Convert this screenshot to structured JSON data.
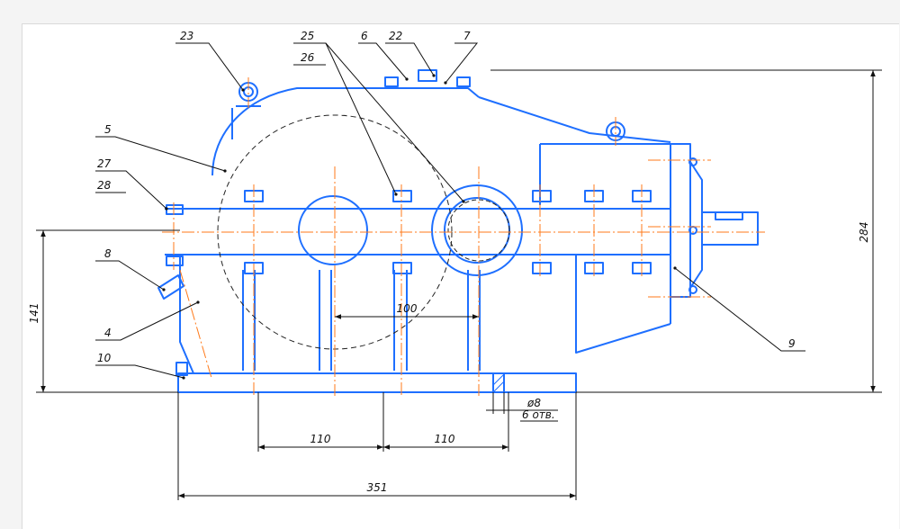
{
  "colors": {
    "body": "#1e6fff",
    "centerline": "#ff7a1a",
    "dimension": "#111111",
    "hidden_circle": "#222222",
    "background": "#ffffff"
  },
  "callouts": [
    {
      "id": "c23",
      "text": "23"
    },
    {
      "id": "c25",
      "text": "25"
    },
    {
      "id": "c26",
      "text": "26"
    },
    {
      "id": "c6",
      "text": "6"
    },
    {
      "id": "c22",
      "text": "22"
    },
    {
      "id": "c7",
      "text": "7"
    },
    {
      "id": "c5",
      "text": "5"
    },
    {
      "id": "c27",
      "text": "27"
    },
    {
      "id": "c28",
      "text": "28"
    },
    {
      "id": "c8",
      "text": "8"
    },
    {
      "id": "c4",
      "text": "4"
    },
    {
      "id": "c10",
      "text": "10"
    },
    {
      "id": "c9",
      "text": "9"
    }
  ],
  "dimensions": {
    "overall_height": "284",
    "shaft_axis_height": "141",
    "center_distance": "100",
    "bolt_pitch_left": "110",
    "bolt_pitch_right": "110",
    "overall_length": "351",
    "hole_diameter": "ø8",
    "hole_count": "6 отв."
  }
}
